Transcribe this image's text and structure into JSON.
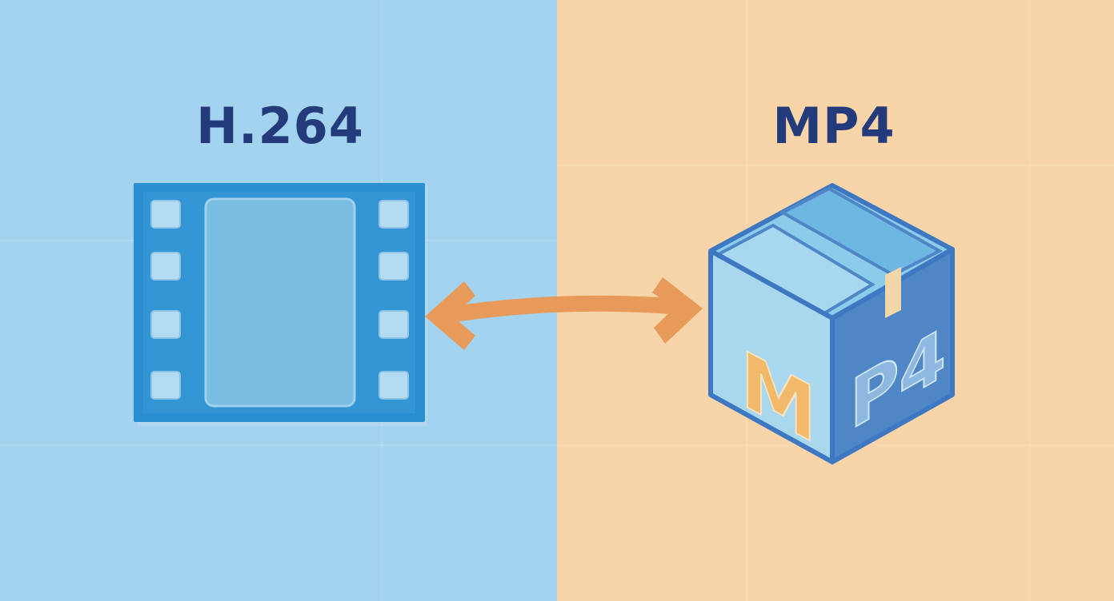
{
  "colors": {
    "left_background": "#a3d3ee",
    "right_background": "#f8d5a9",
    "title_text": "#233b7a",
    "film_dark": "#2a8fd0",
    "film_light": "#79bde3",
    "film_hole": "#b3dbf1",
    "arrow": "#e89a5a",
    "cube_top": "#8ccbea",
    "cube_front": "#a9d8ee",
    "cube_side": "#4f86c5",
    "cube_edge": "#3f78c2",
    "cube_letter_front": "#f2b96b",
    "cube_letter_side": "#9ec8e6"
  },
  "left": {
    "title": "H.264",
    "icon": "film-strip-icon"
  },
  "right": {
    "title": "MP4",
    "icon": "box-icon"
  },
  "connector": {
    "icon": "double-arrow-icon"
  },
  "cube": {
    "front_letter": "M",
    "side_letters": "P4"
  }
}
